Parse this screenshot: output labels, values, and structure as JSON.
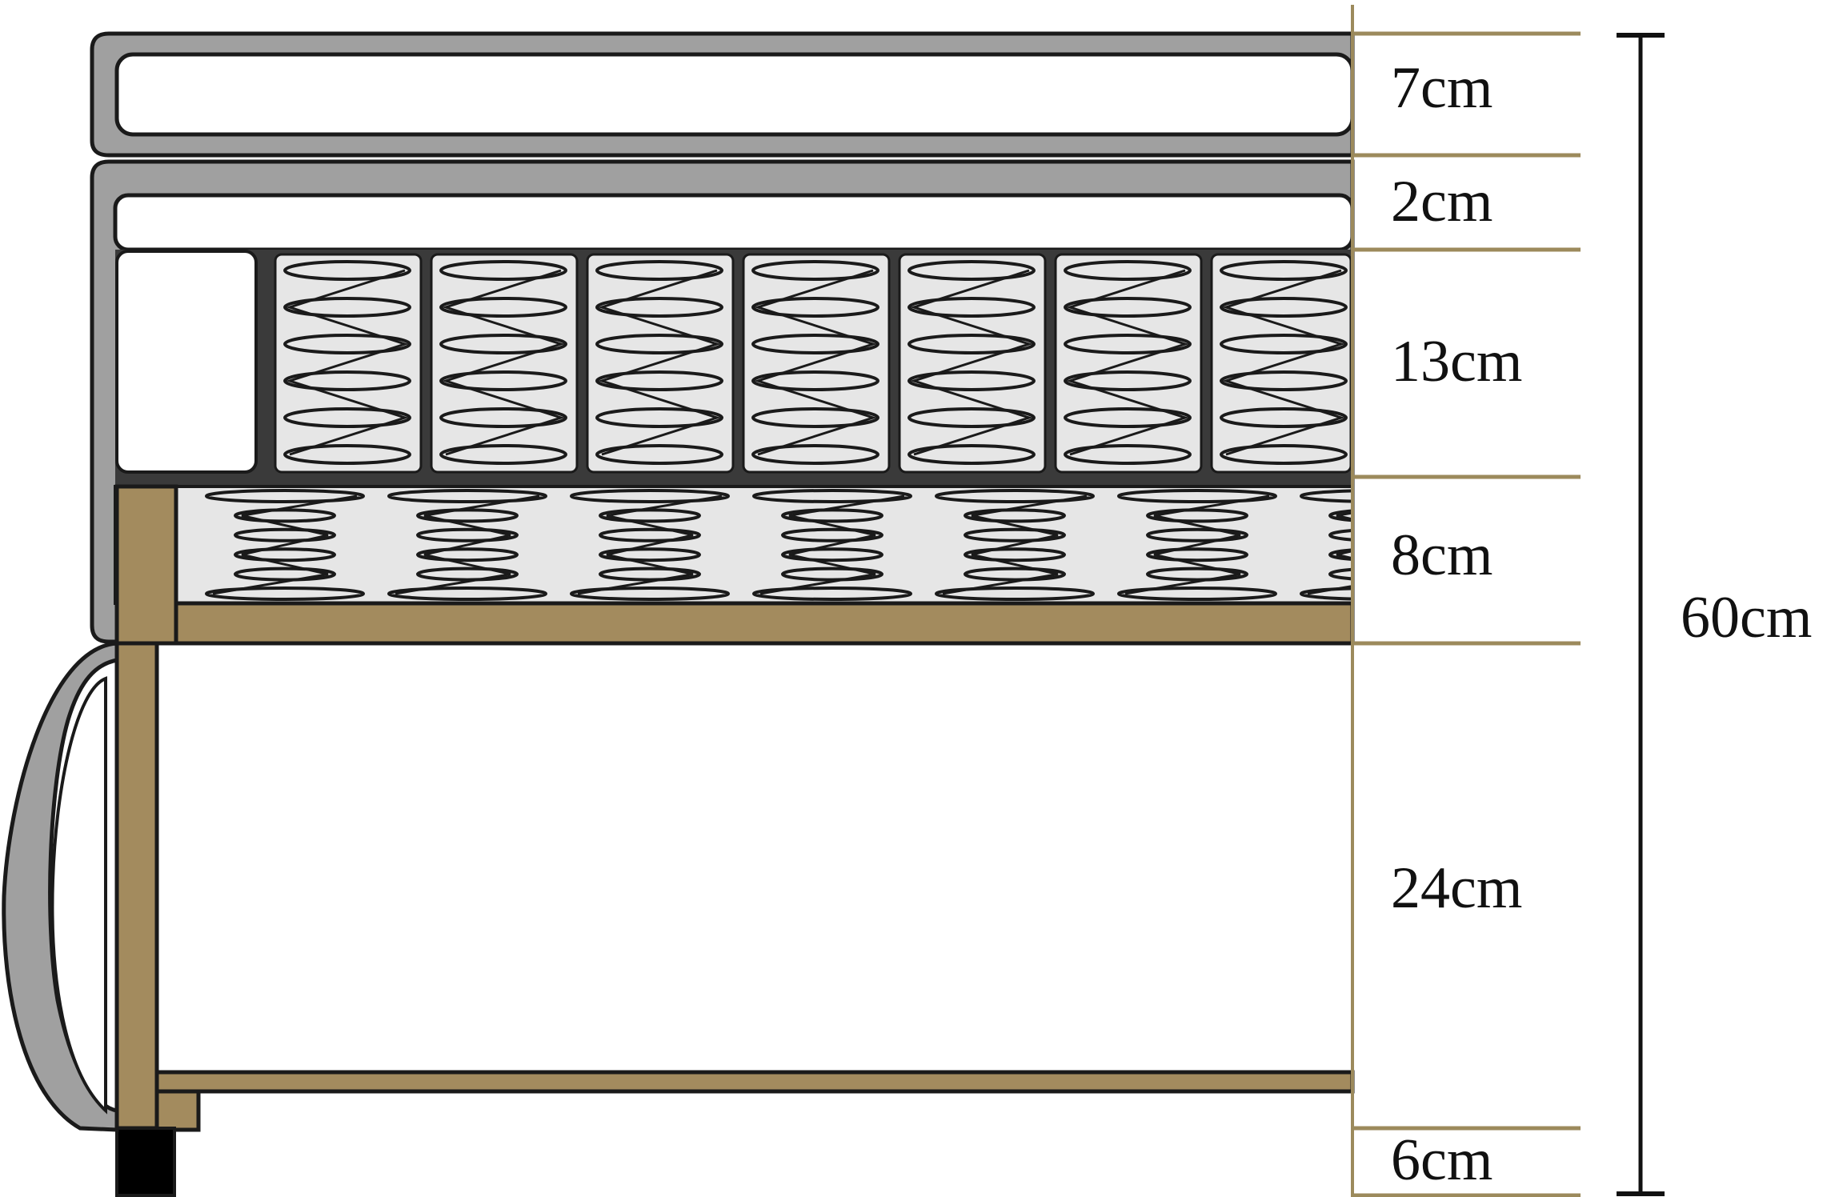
{
  "colors": {
    "upholstery": "#a0a0a0",
    "outline": "#1a1a1a",
    "wood": "#a38b5e",
    "guide_line": "#9c8a5c",
    "spring_bg": "#e6e6e6",
    "foot": "#000000",
    "fill_white": "#ffffff"
  },
  "layers": [
    {
      "label": "7cm"
    },
    {
      "label": "2cm"
    },
    {
      "label": "13cm"
    },
    {
      "label": "8cm"
    },
    {
      "label": "24cm"
    },
    {
      "label": "6cm"
    }
  ],
  "total": {
    "label": "60cm"
  },
  "pocket_springs": {
    "count": 7,
    "coils_per_spring": 6
  },
  "bonnell_springs": {
    "count": 7,
    "coils_per_spring": 6
  }
}
